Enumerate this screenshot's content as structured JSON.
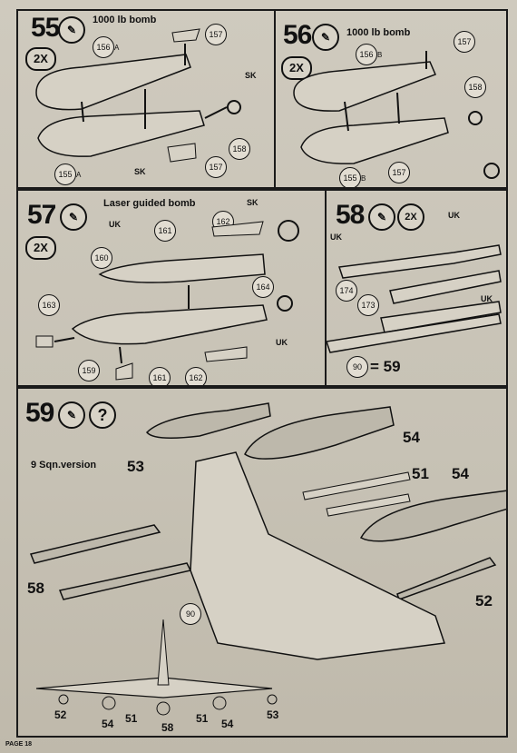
{
  "steps": {
    "s55": {
      "number": "55",
      "title": "1000 lb bomb",
      "qty": "2X",
      "parts": [
        "156",
        "157",
        "155"
      ],
      "suffix_a": "A",
      "decal": "SK",
      "p158": "158"
    },
    "s56": {
      "number": "56",
      "title": "1000 lb bomb",
      "qty": "2X",
      "parts": [
        "156",
        "157",
        "155"
      ],
      "suffix_b": "B",
      "p158": "158"
    },
    "s57": {
      "number": "57",
      "title": "Laser guided bomb",
      "qty": "2X",
      "parts": [
        "162",
        "161",
        "160",
        "163",
        "164",
        "159",
        "161",
        "162"
      ],
      "decal_sk": "SK",
      "decal_uk": "UK"
    },
    "s58": {
      "number": "58",
      "qty": "2X",
      "parts": [
        "174",
        "173",
        "90"
      ],
      "result": "= 59",
      "decal_uk": "UK"
    },
    "s59": {
      "number": "59",
      "question": "?",
      "version": "9 Sqn.version",
      "labels": [
        "54",
        "53",
        "51",
        "54",
        "58",
        "90",
        "52"
      ],
      "bottom": [
        "52",
        "54",
        "51",
        "58",
        "51",
        "54",
        "53"
      ]
    }
  },
  "footer": {
    "page": "PAGE 18"
  }
}
